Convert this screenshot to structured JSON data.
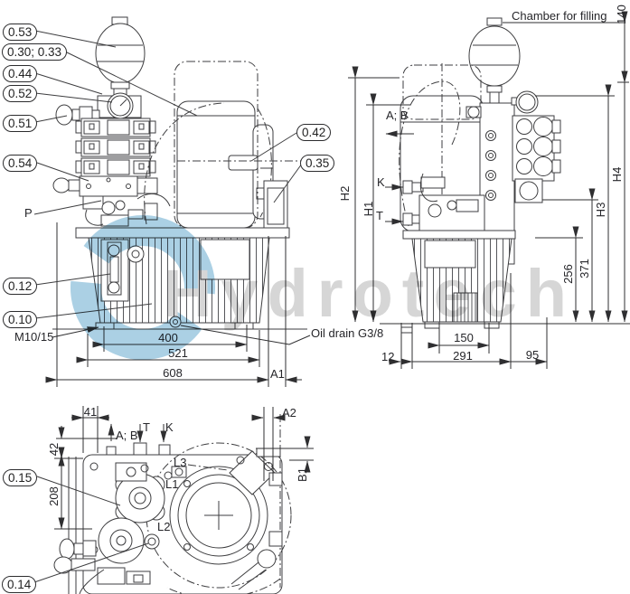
{
  "watermark": {
    "text": "Hydrotech",
    "ring_color": "#abd0e4",
    "text_color": "#d6d6d6"
  },
  "notes": {
    "chamber": "Chamber for filling",
    "oil_drain": "Oil drain G3/8",
    "thread": "M10/15",
    "pump_port": "P"
  },
  "callouts": {
    "c053": "0.53",
    "c030": "0.30; 0.33",
    "c044": "0.44",
    "c052": "0.52",
    "c051": "0.51",
    "c054": "0.54",
    "c012": "0.12",
    "c010": "0.10",
    "c042": "0.42",
    "c035": "0.35",
    "c015": "0.15",
    "c014": "0.14"
  },
  "front": {
    "ab": "A; B",
    "k": "K",
    "t": "T"
  },
  "top": {
    "ab": "A; B",
    "t": "T",
    "k": "K",
    "l1": "L1",
    "l2": "L2",
    "l3": "L3"
  },
  "dims": {
    "d400": "400",
    "d521": "521",
    "d608": "608",
    "a1": "A1",
    "d150": "150",
    "d291": "291",
    "d95": "95",
    "d12": "12",
    "h1": "H1",
    "h2": "H2",
    "h3": "H3",
    "h4": "H4",
    "d140": "140",
    "d256": "256",
    "d371": "371",
    "d41": "41",
    "d42": "42",
    "d208": "208",
    "a2": "A2",
    "b1": "B1"
  }
}
